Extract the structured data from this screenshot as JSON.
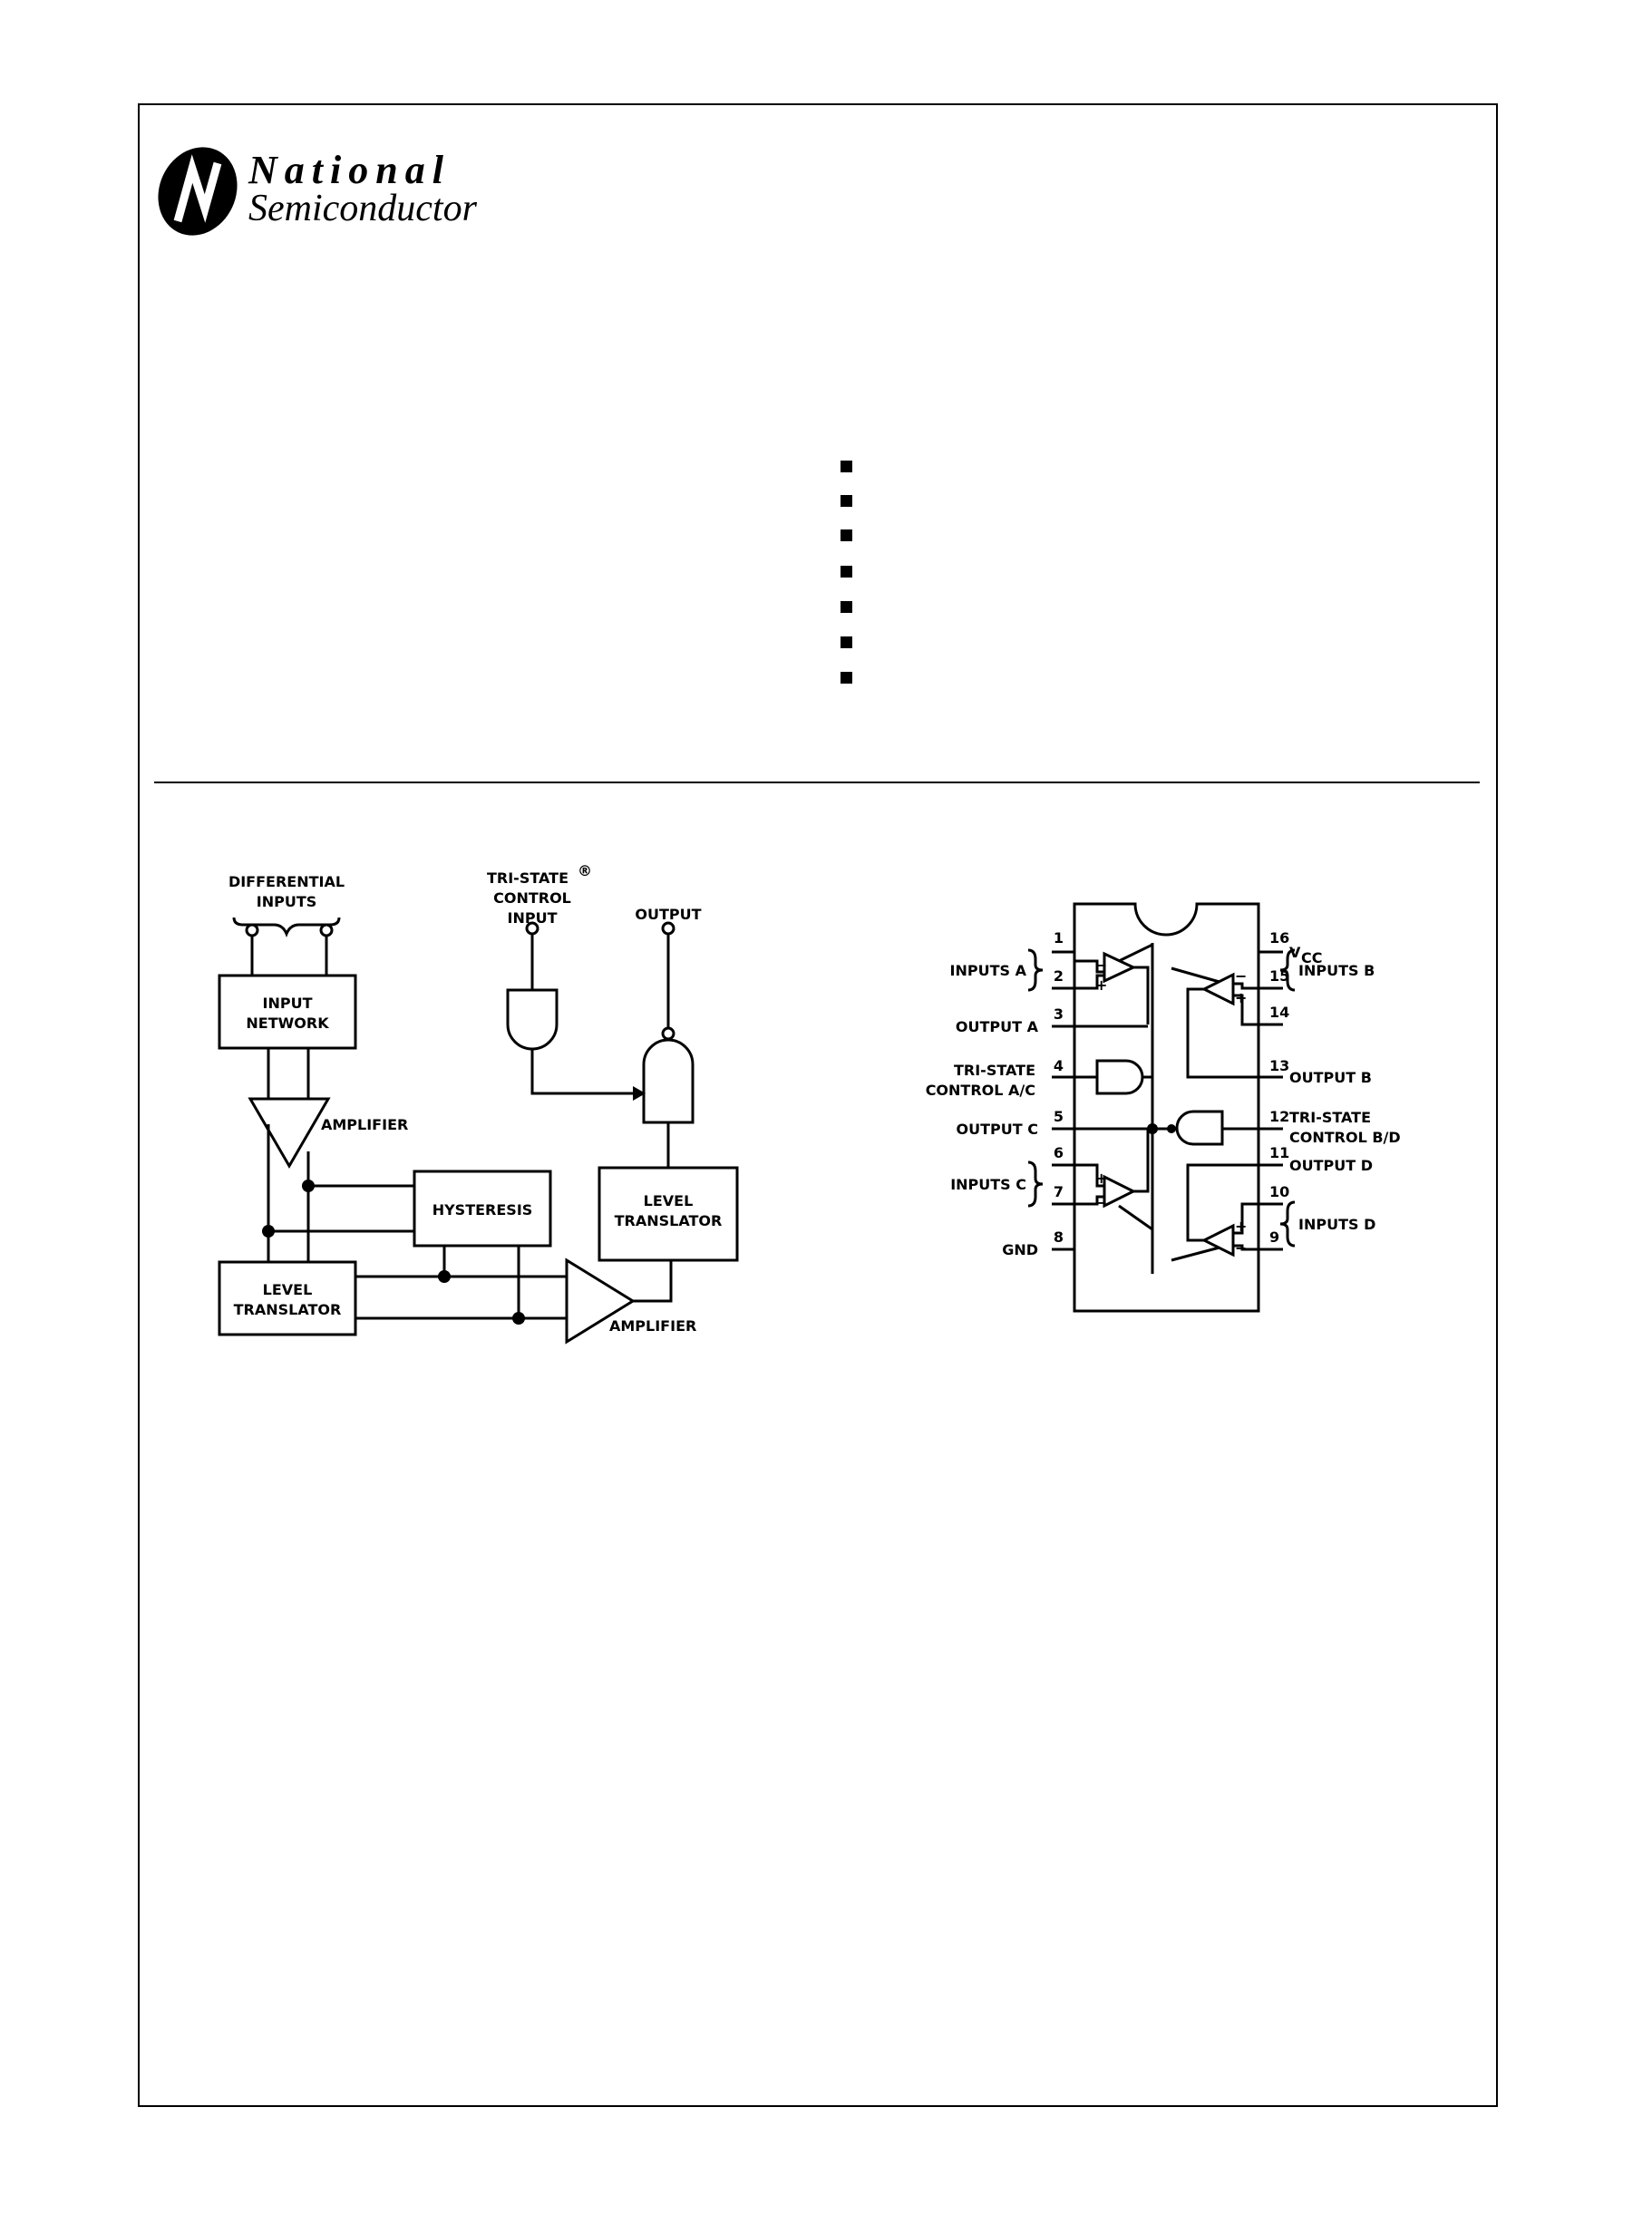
{
  "brand": {
    "line1": "National",
    "line2": "Semiconductor",
    "logo_icon": "national-semiconductor-logo-icon"
  },
  "features_list": {
    "bullet_count": 7
  },
  "block_diagram": {
    "labels": {
      "differential_inputs_1": "DIFFERENTIAL",
      "differential_inputs_2": "INPUTS",
      "tristate_1": "TRI-STATE",
      "tristate_mark": "®",
      "tristate_2": "CONTROL",
      "tristate_3": "INPUT",
      "output": "OUTPUT",
      "input_network_1": "INPUT",
      "input_network_2": "NETWORK",
      "amplifier_top": "AMPLIFIER",
      "hysteresis": "HYSTERESIS",
      "level_translator_right_1": "LEVEL",
      "level_translator_right_2": "TRANSLATOR",
      "level_translator_left_1": "LEVEL",
      "level_translator_left_2": "TRANSLATOR",
      "amplifier_bottom": "AMPLIFIER"
    }
  },
  "pinout": {
    "left_pins": [
      {
        "num": "1"
      },
      {
        "num": "2"
      },
      {
        "num": "3"
      },
      {
        "num": "4"
      },
      {
        "num": "5"
      },
      {
        "num": "6"
      },
      {
        "num": "7"
      },
      {
        "num": "8"
      }
    ],
    "right_pins": [
      {
        "num": "16"
      },
      {
        "num": "15"
      },
      {
        "num": "14"
      },
      {
        "num": "13"
      },
      {
        "num": "12"
      },
      {
        "num": "11"
      },
      {
        "num": "10"
      },
      {
        "num": "9"
      }
    ],
    "labels": {
      "inputs_a": "INPUTS A",
      "output_a": "OUTPUT A",
      "tristate_ac_1": "TRI-STATE",
      "tristate_ac_2": "CONTROL A/C",
      "output_c": "OUTPUT C",
      "inputs_c": "INPUTS C",
      "gnd": "GND",
      "vcc": "V",
      "vcc_sub": "CC",
      "inputs_b": "INPUTS B",
      "output_b": "OUTPUT B",
      "tristate_bd_1": "TRI-STATE",
      "tristate_bd_2": "CONTROL B/D",
      "output_d": "OUTPUT D",
      "inputs_d": "INPUTS D"
    }
  }
}
